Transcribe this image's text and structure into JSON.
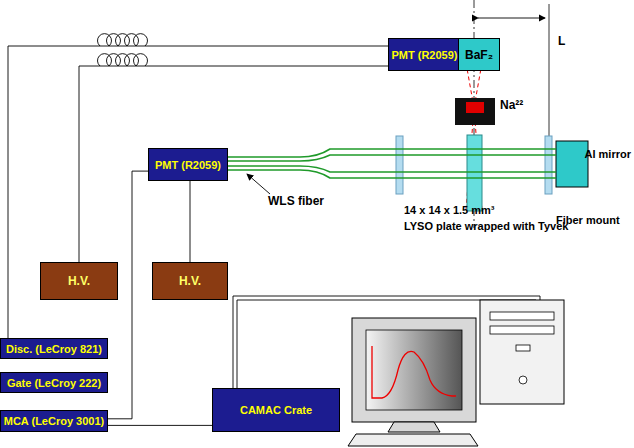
{
  "diagram": {
    "nodes": [
      {
        "text": [
          "PMT (R2059)"
        ]
      },
      {
        "text": [
          "BaF₂"
        ]
      },
      {
        "text": [
          "PMT (R2059)"
        ]
      },
      {
        "text": [
          "H.V."
        ]
      },
      {
        "text": [
          "H.V."
        ]
      },
      {
        "text": [
          "Disc. (LeCroy 821)"
        ]
      },
      {
        "text": [
          "Gate (LeCroy 222)"
        ]
      },
      {
        "text": [
          "MCA (LeCroy 3001)"
        ]
      },
      {
        "text": [
          "CAMAC Crate"
        ]
      }
    ],
    "edges": [
      {
        "from": 0,
        "to": 5,
        "arrow": "none"
      },
      {
        "from": 0,
        "to": 3,
        "arrow": "none"
      },
      {
        "from": 2,
        "to": 7,
        "arrow": "none"
      },
      {
        "from": 2,
        "to": 4,
        "arrow": "none"
      },
      {
        "from": 7,
        "to": 8,
        "arrow": "none"
      }
    ],
    "labels": [
      "L",
      "Na²²",
      "Al mirror",
      "WLS fiber",
      "14 x 14 x 1.5 mm³",
      "LYSO plate wrapped with Tyvek",
      "Fiber mount"
    ]
  }
}
